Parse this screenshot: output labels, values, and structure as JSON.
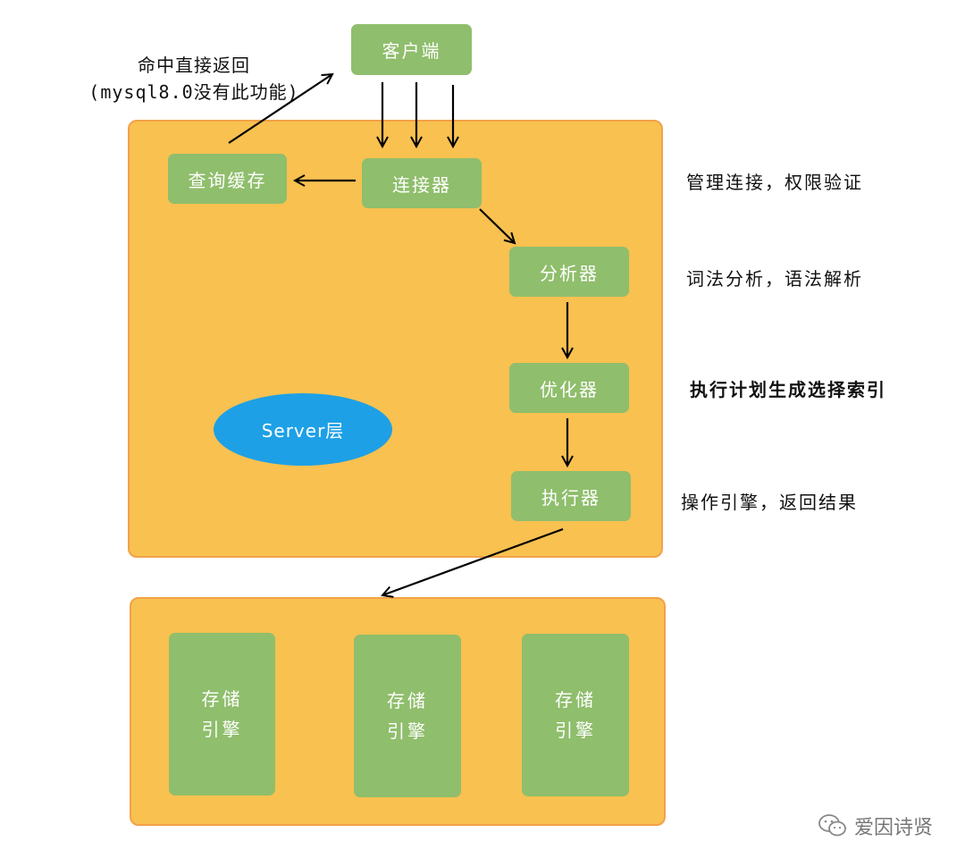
{
  "nodes": {
    "client": "客户端",
    "query_cache": "查询缓存",
    "connector": "连接器",
    "analyzer": "分析器",
    "optimizer": "优化器",
    "executor": "执行器",
    "server_layer": "Server层"
  },
  "cache_note": {
    "line1": "命中直接返回",
    "line2": "(mysql8.0没有此功能)"
  },
  "side_notes": {
    "connector": "管理连接，权限验证",
    "analyzer": "词法分析，语法解析",
    "optimizer": "执行计划生成选择索引",
    "executor": "操作引擎，返回结果"
  },
  "engines": [
    {
      "line1": "存储",
      "line2": "引擎"
    },
    {
      "line1": "存储",
      "line2": "引擎"
    },
    {
      "line1": "存储",
      "line2": "引擎"
    }
  ],
  "watermark": "爱因诗贤",
  "colors": {
    "panel": "#f8c150",
    "panel_border": "#f2a24a",
    "node": "#8fbe6c",
    "server_ellipse": "#1ea0e6"
  }
}
